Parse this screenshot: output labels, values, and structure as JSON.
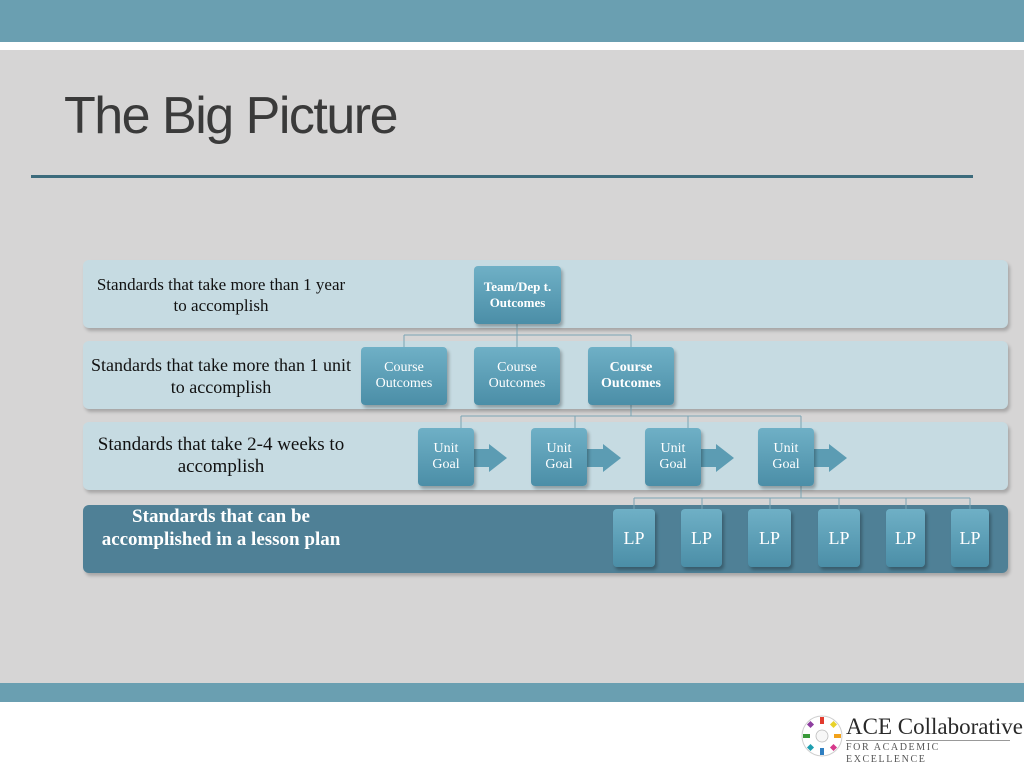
{
  "title": "The Big Picture",
  "levels": [
    {
      "label": "Standards that take more than 1 year to accomplish"
    },
    {
      "label": "Standards that take more than 1 unit to accomplish"
    },
    {
      "label": "Standards that take 2-4 weeks to accomplish"
    },
    {
      "label": "Standards that can be accomplished in a lesson plan"
    }
  ],
  "nodes": {
    "team": "Team/Dep t. Outcomes",
    "course": [
      "Course Outcomes",
      "Course Outcomes",
      "Course Outcomes"
    ],
    "unit": [
      "Unit Goal",
      "Unit Goal",
      "Unit Goal",
      "Unit Goal"
    ],
    "lp": [
      "LP",
      "LP",
      "LP",
      "LP",
      "LP",
      "LP"
    ]
  },
  "logo": {
    "name": "ACE Collaborative",
    "tagline": "FOR ACADEMIC EXCELLENCE"
  },
  "colors": {
    "accent": "#6a9fb1",
    "node": "#4b8ea7",
    "dark_band": "#4f8096",
    "light_band": "#c6dbe2"
  }
}
